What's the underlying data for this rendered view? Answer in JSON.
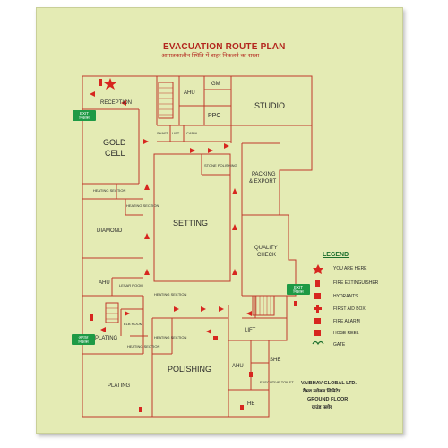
{
  "title": "EVACUATION ROUTE PLAN",
  "subtitle": "आपातकालीन स्थिति में बाहर निकलने का रास्ता",
  "rooms": {
    "ahu_top": "AHU",
    "gm": "GM",
    "studio": "STUDIO",
    "ppc": "PPC",
    "reception": "RECEPTION",
    "gold_cell_1": "GOLD",
    "gold_cell_2": "CELL",
    "shaft": "SHAFT",
    "lift_top": "LIFT",
    "cabin": "CABIN",
    "stone_polishing": "STONE POLISHING",
    "packing_1": "PACKING",
    "packing_2": "& EXPORT",
    "heating_section_1": "HEATING SECTION",
    "heating_section_2": "HEATING SECTION",
    "setting": "SETTING",
    "diamond": "DIAMOND",
    "quality_1": "QUALITY",
    "quality_2": "CHECK",
    "ahu_left": "AHU",
    "lesar_room": "LESAR ROOM",
    "heating_section_3": "HEATING SECTION",
    "elb_room": "ELB ROOM",
    "heating_section_4": "HEATING SECTION",
    "plating_1": "PLATING",
    "heating_section_5": "HEATING SECTION",
    "lift_bottom": "LIFT",
    "polishing": "POLISHING",
    "ahu_bottom": "AHU",
    "she": "SHE",
    "executive_toilet": "EXECUTIVE TOILET",
    "plating_2": "PLATING",
    "he": "HE"
  },
  "exits": {
    "exit_top": "EXIT निकास",
    "exit_right": "EXIT निकास",
    "exit_left": "आपात निकास"
  },
  "legend": {
    "title": "LEGEND",
    "items": [
      {
        "label": "YOU ARE HERE",
        "icon": "star-icon"
      },
      {
        "label": "FIRE EXTINGUISHER",
        "icon": "extinguisher-icon"
      },
      {
        "label": "HYDRANTS",
        "icon": "hydrant-icon"
      },
      {
        "label": "FIRST AID BOX",
        "icon": "first-aid-icon"
      },
      {
        "label": "FIRE ALARM",
        "icon": "fire-alarm-icon"
      },
      {
        "label": "HOSE REEL",
        "icon": "hose-reel-icon"
      },
      {
        "label": "GATE",
        "icon": "gate-icon"
      }
    ]
  },
  "footer": {
    "line1": "VAIBHAV GLOBAL LTD.",
    "line2": "वैभव ग्लोबल लिमिटेड",
    "line3": "GROUND FLOOR",
    "line4": "ग्राउंड फ्लोर"
  },
  "colors": {
    "board": "#e4ebb4",
    "walls": "#c0392b",
    "title": "#b3261e",
    "exit_sign": "#1e9a45",
    "legend_title": "#1d6f2e"
  }
}
